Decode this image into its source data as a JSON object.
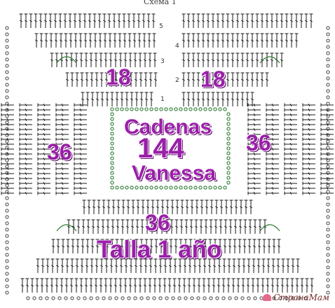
{
  "header": {
    "text": "Схема 1"
  },
  "row_numbers": [
    "5",
    "4",
    "3",
    "2",
    "1"
  ],
  "labels": {
    "top_left": "18",
    "top_right": "18",
    "left": "36",
    "right": "36",
    "bottom": "36",
    "center_line1": "Cadenas",
    "center_line2": "144",
    "center_line3": "Vanessa",
    "size": "Talla 1 año"
  },
  "watermark": {
    "text": "СтранаМам"
  },
  "colors": {
    "label": "#9a1fa8",
    "ink": "#1a1a1a",
    "chain": "#2e7d32"
  },
  "icons": {
    "stitch_symbol": "double-crochet-icon",
    "chain_symbol": "chain-dot-icon"
  }
}
